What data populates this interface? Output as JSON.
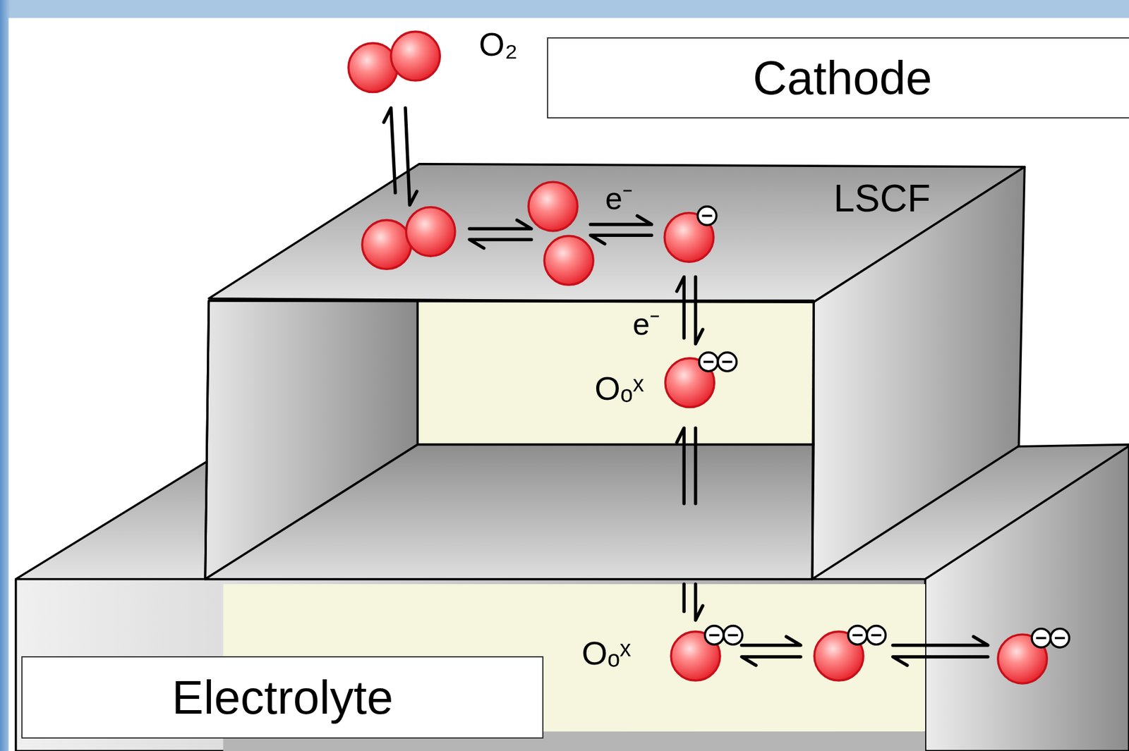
{
  "diagram": {
    "nodes": [
      {
        "text": [
          "Cathode"
        ]
      },
      {
        "text": [
          "Electrolyte"
        ]
      }
    ],
    "labels": [
      "O₂",
      "LSCF",
      "e⁻",
      "e⁻",
      "Oₒˣ",
      "Oₒˣ"
    ]
  }
}
